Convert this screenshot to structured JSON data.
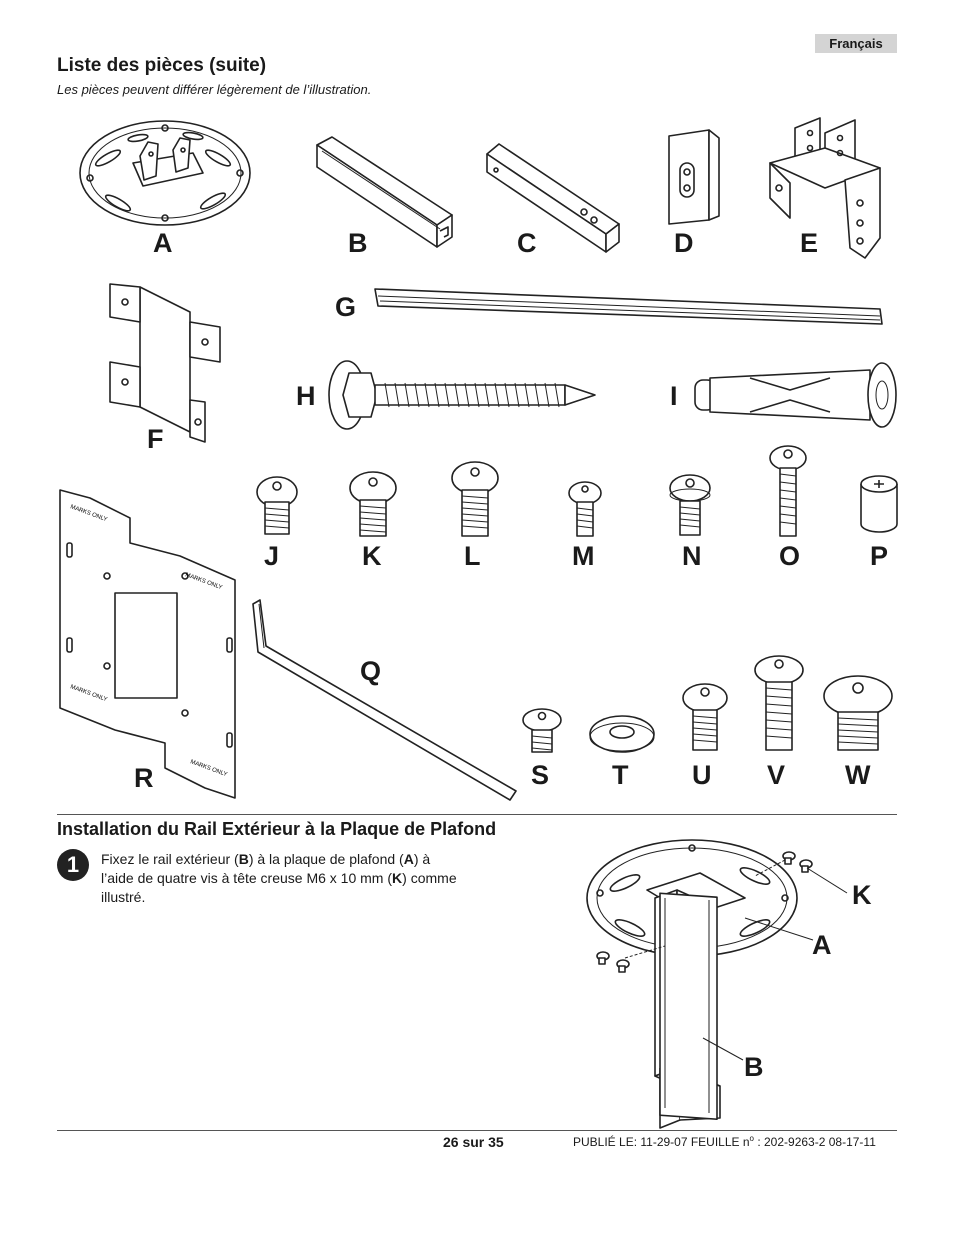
{
  "header": {
    "language": "Français",
    "title": "Liste des pièces (suite)",
    "subtitle": "Les pièces peuvent différer légèrement de l’illustration."
  },
  "parts": {
    "A": "A",
    "B": "B",
    "C": "C",
    "D": "D",
    "E": "E",
    "F": "F",
    "G": "G",
    "H": "H",
    "I": "I",
    "J": "J",
    "K": "K",
    "L": "L",
    "M": "M",
    "N": "N",
    "O": "O",
    "P": "P",
    "Q": "Q",
    "R": "R",
    "S": "S",
    "T": "T",
    "U": "U",
    "V": "V",
    "W": "W"
  },
  "plate_text": "MARKS ONLY",
  "section": {
    "title": "Installation du Rail Extérieur à la Plaque de Plafond"
  },
  "step": {
    "number": "1",
    "t1": "Fixez le rail extérieur (",
    "b1": "B",
    "t2": ") à la plaque de plafond (",
    "b2": "A",
    "t3": ") à l’aide de quatre vis à tête creuse M6 x 10 mm (",
    "b3": "K",
    "t4": ") comme illustré."
  },
  "callouts": {
    "K": "K",
    "A": "A",
    "B": "B"
  },
  "footer": {
    "page": "26 sur 35",
    "published": "PUBLIÉ LE: 11-29-07  FEUILLE n",
    "sup": "o",
    "sheet": " : 202-9263-2  08-17-11"
  }
}
